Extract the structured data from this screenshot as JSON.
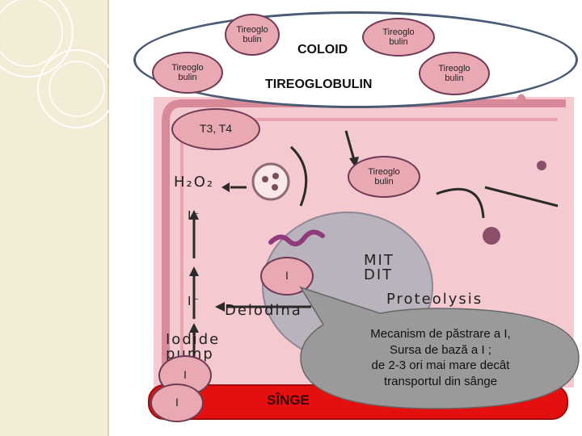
{
  "colloid": {
    "title": "COLOID",
    "tireoglobulin_label": "TIREOGLOBULIN",
    "bubbles": [
      "Tireoglo\nbulin",
      "Tireoglo\nbulin",
      "Tireoglo\nbulin",
      "Tireoglo\nbulin"
    ]
  },
  "cell": {
    "t3t4_label": "T3, T4",
    "inner_bubble": "Tireoglo\nbulin",
    "iodine_bubble": "I",
    "h2o2": "H₂O₂",
    "i_minus_upper": "I⁻",
    "i_minus_lower": "I⁻",
    "deiodinase": "Deiodina",
    "mit": "MIT",
    "dit": "DIT",
    "proteolysis": "Proteolysis",
    "iodide_pump_line1": "Iodide",
    "iodide_pump_line2": "pump"
  },
  "blood": {
    "label": "SÎNGE",
    "iodine_bubble_1": "I",
    "iodine_bubble_2": "I"
  },
  "callout": {
    "text": "Mecanism de păstrare a I,\nSursa de bază a  I ;\nde 2-3 ori mai mare decât\ntransportul din sânge"
  },
  "colors": {
    "bubble_fill": "#e9a9b3",
    "bubble_border": "#6e3a55",
    "blood": "#e40f0f",
    "callout_fill": "#9a9a9a",
    "cell_background": "#f4c9cf",
    "nucleus": "#b9b3bd"
  }
}
